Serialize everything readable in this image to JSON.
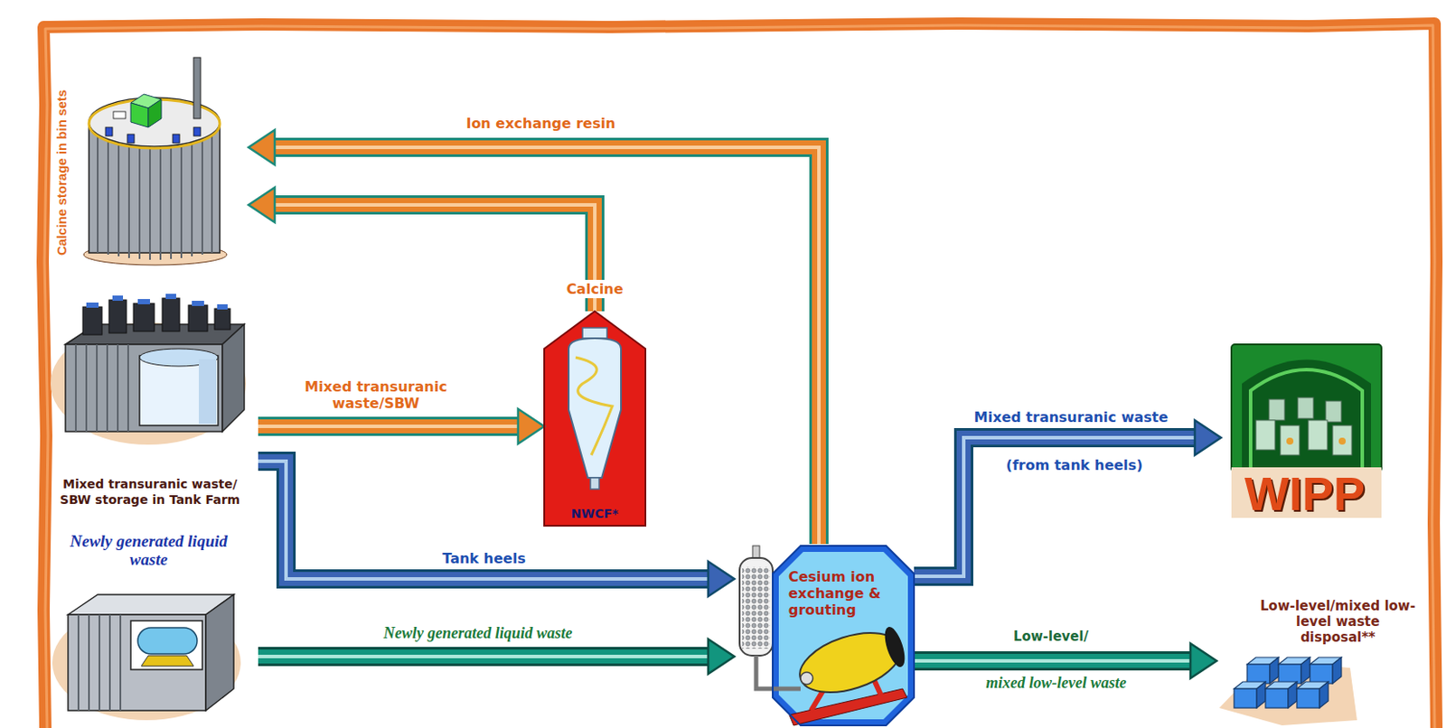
{
  "diagram": {
    "nodes": [
      {
        "text": [
          "Calcine storage in bin sets"
        ]
      },
      {
        "text": [
          "Mixed transuranic waste/ SBW storage in Tank Farm"
        ]
      },
      {
        "text": [
          "Newly generated liquid waste"
        ]
      },
      {
        "text": [
          "NWCF*"
        ]
      },
      {
        "text": [
          "Cesium ion exchange & grouting"
        ]
      },
      {
        "text": [
          "WIPP"
        ]
      },
      {
        "text": [
          "Low-level/mixed low-level waste disposal**"
        ]
      }
    ],
    "edges": [
      {
        "from": 4,
        "to": 0,
        "arrow": "to",
        "label": "Ion exchange resin"
      },
      {
        "from": 3,
        "to": 0,
        "arrow": "to",
        "label": "Calcine"
      },
      {
        "from": 1,
        "to": 3,
        "arrow": "to",
        "label": "Mixed transuranic waste/SBW"
      },
      {
        "from": 1,
        "to": 4,
        "arrow": "to",
        "label": "Tank heels"
      },
      {
        "from": 2,
        "to": 4,
        "arrow": "to",
        "label": "Newly generated liquid waste"
      },
      {
        "from": 4,
        "to": 5,
        "arrow": "to",
        "label": "Mixed transuranic waste"
      },
      {
        "from": 4,
        "to": 6,
        "arrow": "to",
        "label": "Low-level/"
      }
    ],
    "labels": [
      "(from tank heels)",
      "mixed low-level waste"
    ]
  }
}
